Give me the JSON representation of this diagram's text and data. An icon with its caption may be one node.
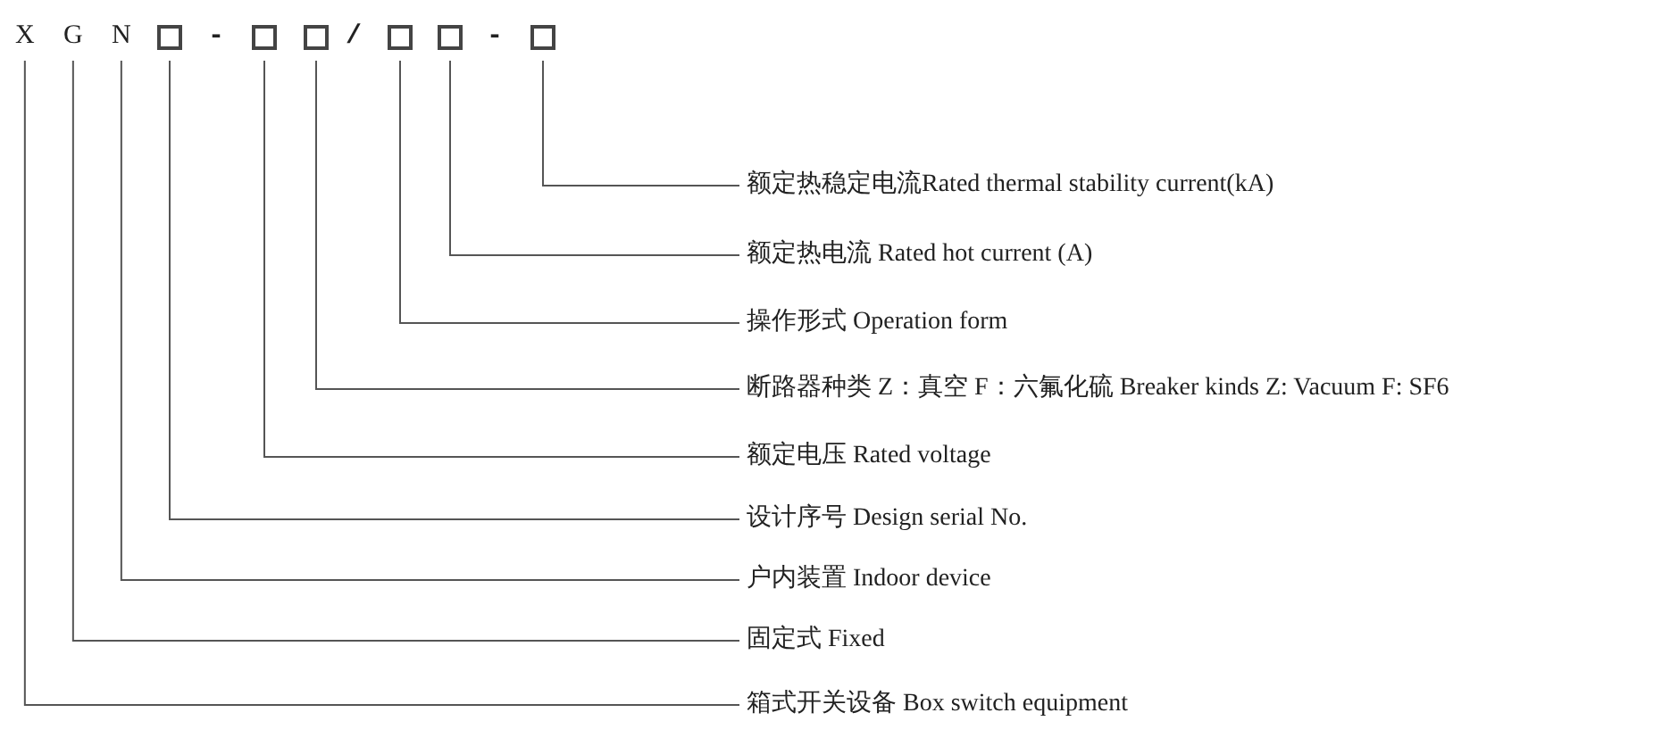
{
  "diagram": {
    "nodes": [
      {
        "text": [
          "X"
        ]
      },
      {
        "text": [
          "G"
        ]
      },
      {
        "text": [
          "N"
        ]
      },
      {
        "text": [],
        "shape": "box"
      },
      {
        "text": [],
        "shape": "box"
      },
      {
        "text": [],
        "shape": "box"
      },
      {
        "text": [],
        "shape": "box"
      },
      {
        "text": [],
        "shape": "box"
      },
      {
        "text": [],
        "shape": "box"
      },
      {
        "text": [
          "额定热稳定电流Rated thermal stability current(kA)"
        ]
      },
      {
        "text": [
          "额定热电流 Rated hot current (A)"
        ]
      },
      {
        "text": [
          "操作形式 Operation form"
        ]
      },
      {
        "text": [
          "断路器种类 Z：真空 F：六氟化硫 Breaker kinds Z: Vacuum F: SF6"
        ]
      },
      {
        "text": [
          "额定电压 Rated voltage"
        ]
      },
      {
        "text": [
          "设计序号 Design serial No."
        ]
      },
      {
        "text": [
          "户内装置 Indoor device"
        ]
      },
      {
        "text": [
          "固定式 Fixed"
        ]
      },
      {
        "text": [
          "箱式开关设备 Box switch equipment"
        ]
      }
    ],
    "edges": [
      {
        "from": 8,
        "to": 9,
        "arrow": "none"
      },
      {
        "from": 7,
        "to": 10,
        "arrow": "none"
      },
      {
        "from": 6,
        "to": 11,
        "arrow": "none"
      },
      {
        "from": 5,
        "to": 12,
        "arrow": "none"
      },
      {
        "from": 4,
        "to": 13,
        "arrow": "none"
      },
      {
        "from": 3,
        "to": 14,
        "arrow": "none"
      },
      {
        "from": 2,
        "to": 15,
        "arrow": "none"
      },
      {
        "from": 1,
        "to": 16,
        "arrow": "none"
      },
      {
        "from": 0,
        "to": 17,
        "arrow": "none"
      }
    ],
    "labels": [
      "-",
      "/",
      "-"
    ]
  }
}
